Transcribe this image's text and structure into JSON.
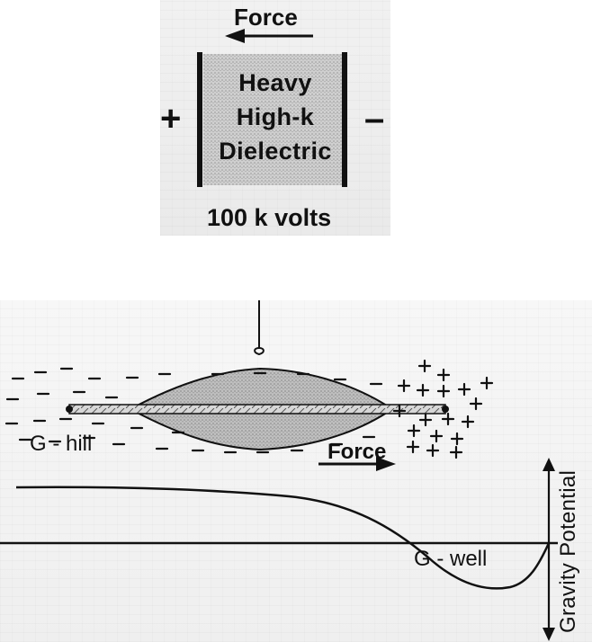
{
  "top_panel": {
    "force_label": "Force",
    "capacitor_lines": [
      "Heavy",
      "High-k",
      "Dielectric"
    ],
    "voltage_label": "100 k volts",
    "positive_sign": "+",
    "negative_sign": "–"
  },
  "bottom_panel": {
    "force_label": "Force",
    "hill_label": "G - hill",
    "well_label": "G - well",
    "axis_label": "Gravity Potential"
  }
}
